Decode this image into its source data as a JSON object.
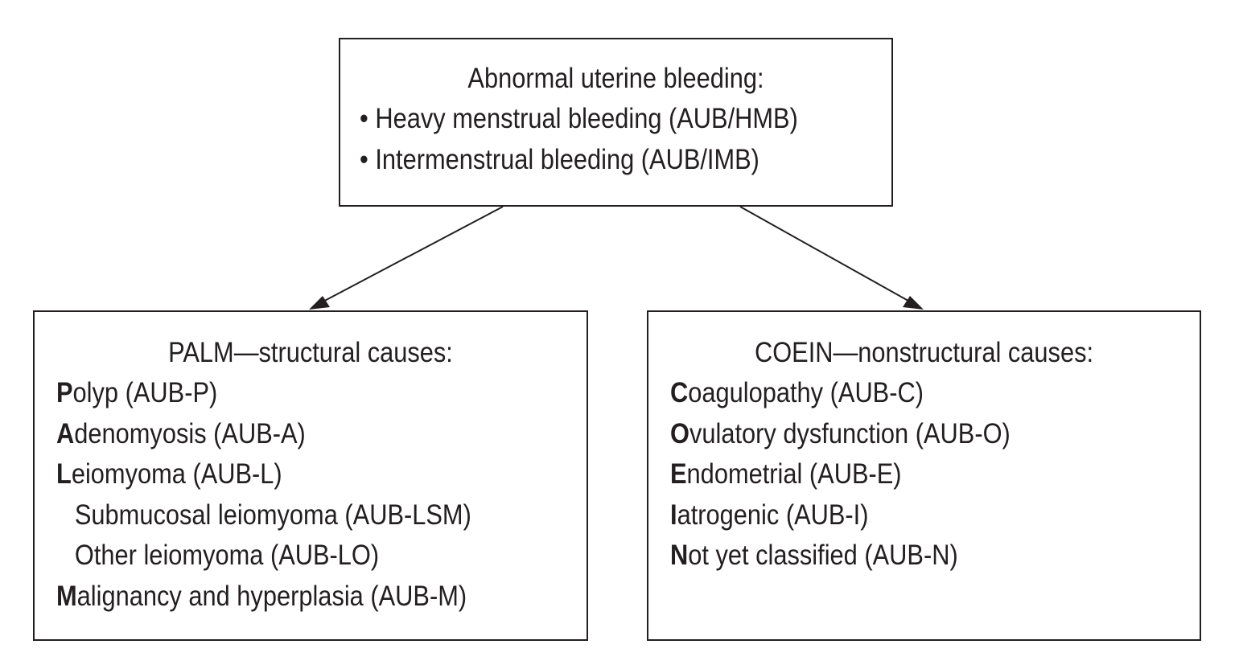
{
  "top": {
    "title": "Abnormal uterine bleeding:",
    "bullets": [
      "• Heavy menstrual bleeding (AUB/HMB)",
      "• Intermenstrual bleeding (AUB/IMB)"
    ]
  },
  "palm": {
    "title": "PALM—structural causes:",
    "items": [
      {
        "initial": "P",
        "rest": "olyp (AUB-P)"
      },
      {
        "initial": "A",
        "rest": "denomyosis (AUB-A)"
      },
      {
        "initial": "L",
        "rest": "eiomyoma (AUB-L)"
      },
      {
        "initial": "",
        "rest": "Submucosal leiomyoma (AUB-LSM)"
      },
      {
        "initial": "",
        "rest": "Other leiomyoma (AUB-LO)"
      },
      {
        "initial": "M",
        "rest": "alignancy and hyperplasia (AUB-M)"
      }
    ]
  },
  "coein": {
    "title": "COEIN—nonstructural causes:",
    "items": [
      {
        "initial": "C",
        "rest": "oagulopathy (AUB-C)"
      },
      {
        "initial": "O",
        "rest": "vulatory dysfunction (AUB-O)"
      },
      {
        "initial": "E",
        "rest": "ndometrial (AUB-E)"
      },
      {
        "initial": "I",
        "rest": "atrogenic (AUB-I)"
      },
      {
        "initial": "N",
        "rest": "ot yet classified (AUB-N)"
      }
    ]
  },
  "colors": {
    "ink": "#231f20",
    "background": "#ffffff"
  }
}
